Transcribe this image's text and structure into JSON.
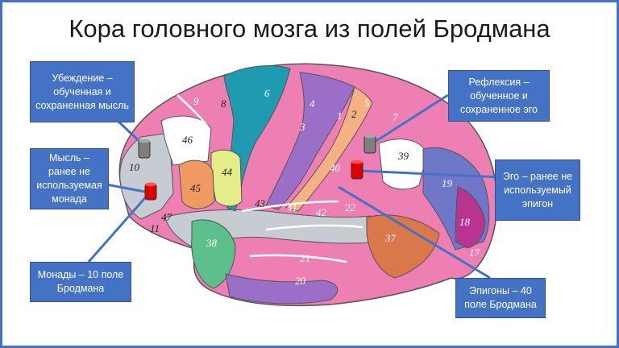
{
  "title": "Кора головного мозга из полей Бродмана",
  "callouts": {
    "belief": "Убеждение – обученная и сохраненная мысль",
    "thought": "Мысль – ранее не используемая монада",
    "monads": "Монады – 10 поле Бродмана",
    "reflection": "Рефлексия – обученное и сохраненное эго",
    "ego": "Эго – ранее не используемый эпигон",
    "epigons": "Эпигоны – 40 поле Бродмана"
  },
  "areas": {
    "a9": "9",
    "a8": "8",
    "a6": "6",
    "a4": "4",
    "a1": "1",
    "a2": "2",
    "a3": "3",
    "a5": "5",
    "a7": "7",
    "a46": "46",
    "a10": "10",
    "a44": "44",
    "a45": "45",
    "a47": "47",
    "a11": "11",
    "a43": "43",
    "a40": "40",
    "a39": "39",
    "a19": "19",
    "a18": "18",
    "a17": "17",
    "a41": "41",
    "a42": "42",
    "a22": "22",
    "a37": "37",
    "a38": "38",
    "a21": "21",
    "a20": "20"
  },
  "colors": {
    "frame": "#4472c4",
    "callout": "#4472c4",
    "pink": "#ee7fb3",
    "teal": "#1f9ab0",
    "purple": "#9b6fc8",
    "peach": "#f4b183",
    "yellow": "#e5ec8a",
    "orange": "#ee9a62",
    "grey": "#c7ccd3",
    "blue": "#6f78c8",
    "magenta": "#b8358f",
    "green": "#5cbf8c",
    "rust": "#d9784a",
    "marker_grey": "#7f7f7f",
    "marker_red": "#e00000"
  }
}
